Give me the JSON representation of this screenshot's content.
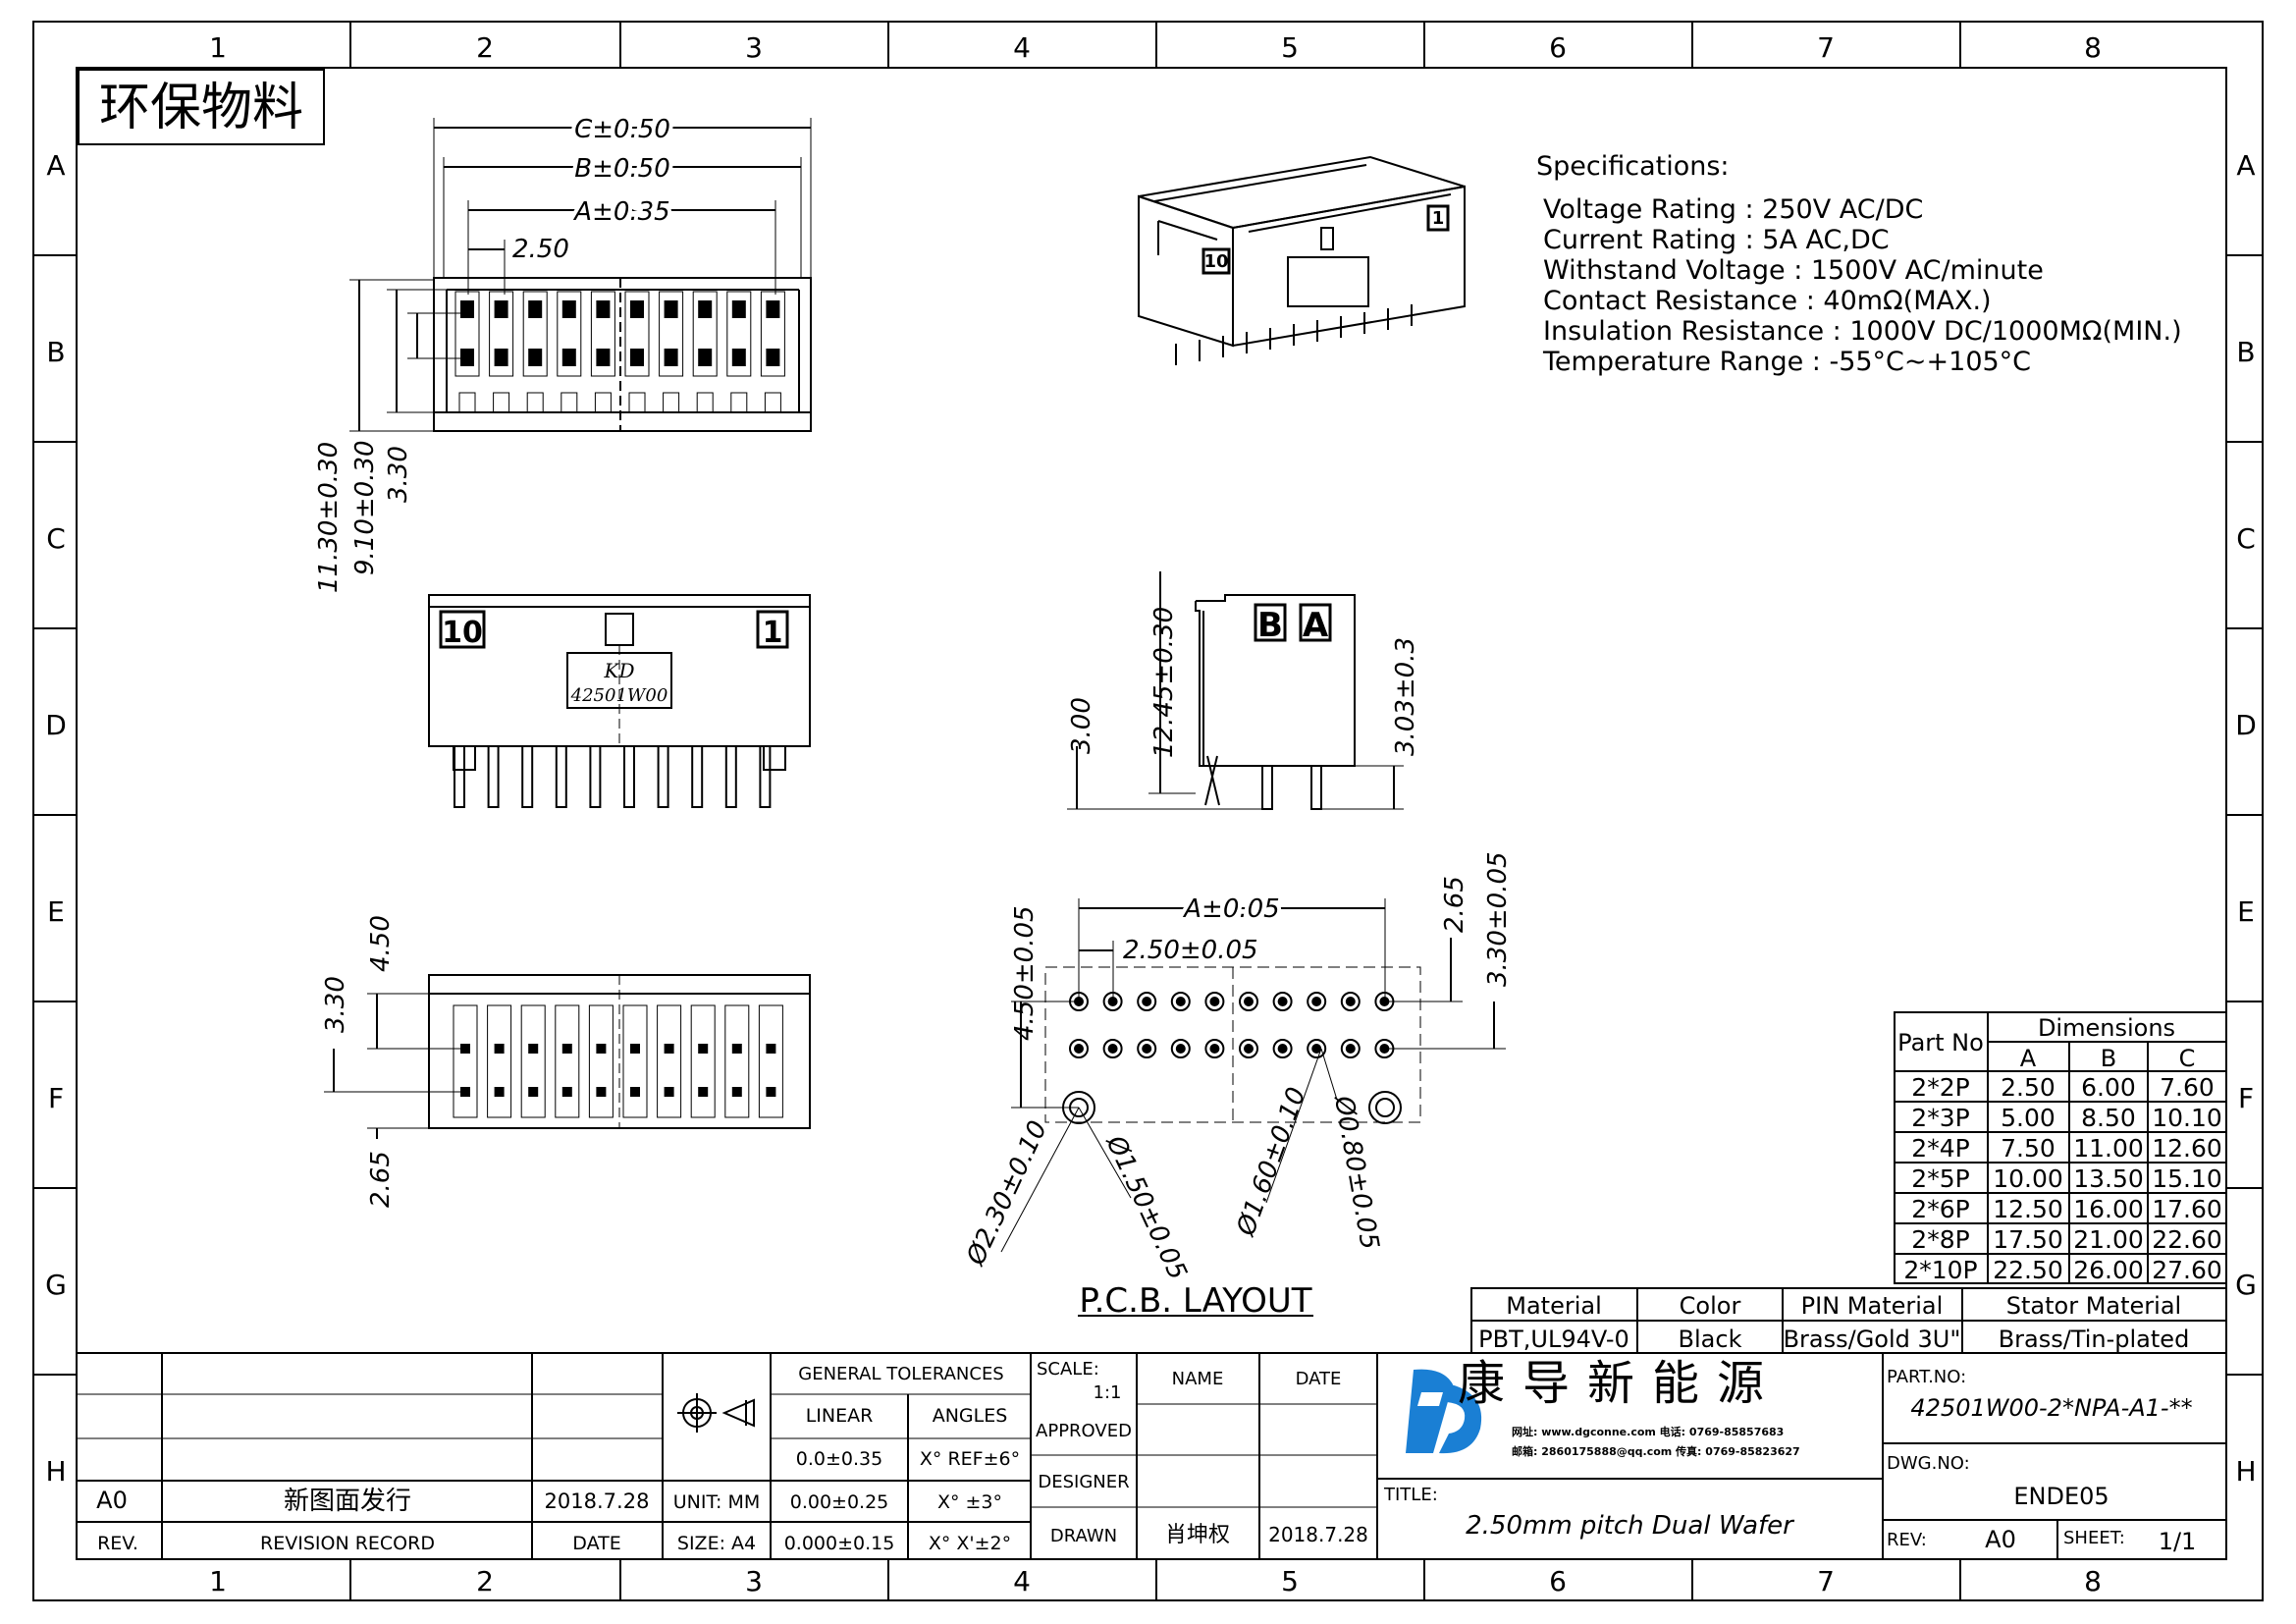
{
  "border": {
    "columns": [
      "1",
      "2",
      "3",
      "4",
      "5",
      "6",
      "7",
      "8"
    ],
    "rows": [
      "A",
      "B",
      "C",
      "D",
      "E",
      "F",
      "G",
      "H"
    ]
  },
  "stamp": "环保物料",
  "top_view": {
    "dims": [
      "C±0.50",
      "B±0.50",
      "A±0.35",
      "2.50",
      "11.30±0.30",
      "9.10±0.30",
      "3.30"
    ]
  },
  "front_view": {
    "label_left": "10",
    "label_right": "1",
    "marking_brand": "KD",
    "marking_part": "42501W00"
  },
  "side_view": {
    "letters": [
      "B",
      "A"
    ],
    "dims": [
      "3.00",
      "12.45±0.30",
      "3.03±0.3"
    ]
  },
  "bottom_view": {
    "dims": [
      "4.50",
      "3.30",
      "2.65"
    ]
  },
  "pcb": {
    "title": "P.C.B. LAYOUT",
    "dims": [
      "A±0.05",
      "2.50±0.05",
      "4.50±0.05",
      "2.65",
      "3.30±0.05",
      "Ø2.30±0.10",
      "Ø1.50±0.05",
      "Ø1.60±0.10",
      "Ø0.80±0.05"
    ]
  },
  "specs": {
    "title": "Specifications:",
    "lines": [
      "Voltage Rating : 250V AC/DC",
      "Current Rating : 5A AC,DC",
      "Withstand Voltage : 1500V AC/minute",
      "Contact Resistance : 40mΩ(MAX.)",
      "Insulation Resistance : 1000V DC/1000MΩ(MIN.)",
      "Temperature Range : -55°C~+105°C"
    ]
  },
  "dim_table": {
    "headers": [
      "Part No",
      "Dimensions",
      "A",
      "B",
      "C"
    ],
    "rows": [
      [
        "2*2P",
        "2.50",
        "6.00",
        "7.60"
      ],
      [
        "2*3P",
        "5.00",
        "8.50",
        "10.10"
      ],
      [
        "2*4P",
        "7.50",
        "11.00",
        "12.60"
      ],
      [
        "2*5P",
        "10.00",
        "13.50",
        "15.10"
      ],
      [
        "2*6P",
        "12.50",
        "16.00",
        "17.60"
      ],
      [
        "2*8P",
        "17.50",
        "21.00",
        "22.60"
      ],
      [
        "2*10P",
        "22.50",
        "26.00",
        "27.60"
      ]
    ]
  },
  "material_table": {
    "headers": [
      "Material",
      "Color",
      "PIN Material",
      "Stator Material"
    ],
    "values": [
      "PBT,UL94V-0",
      "Black",
      "Brass/Gold 3U\"",
      "Brass/Tin-plated"
    ]
  },
  "title_block": {
    "revision": {
      "rev": "A0",
      "record": "新图面发行",
      "date": "2018.7.28"
    },
    "rev_header": "REV.",
    "record_header": "REVISION RECORD",
    "date_header": "DATE",
    "general_tolerances": "GENERAL TOLERANCES",
    "linear": "LINEAR",
    "angles": "ANGLES",
    "linear_values": [
      "0.0±0.35",
      "0.00±0.25",
      "0.000±0.15"
    ],
    "angle_values": [
      "X° REF±6°",
      "X° ±3°",
      "X° X'±2°"
    ],
    "unit": "UNIT: MM",
    "size": "SIZE: A4",
    "scale_label": "SCALE:",
    "scale_value": "1:1",
    "approved": "APPROVED",
    "designer": "DESIGNER",
    "drawn": "DRAWN",
    "name_header": "NAME",
    "date2_header": "DATE",
    "drawn_name": "肖坤权",
    "drawn_date": "2018.7.28",
    "company": "康导新能源",
    "company_contact_1": "网址: www.dgconne.com  电话: 0769-85857683",
    "company_contact_2": "邮箱: 2860175888@qq.com  传真: 0769-85823627",
    "title_label": "TITLE:",
    "title_value": "2.50mm pitch Dual Wafer",
    "part_no_label": "PART.NO:",
    "part_no_value": "42501W00-2*NPA-A1-**",
    "dwg_no_label": "DWG.NO:",
    "dwg_no_value": "ENDE05",
    "rev_label": "REV:",
    "rev_value": "A0",
    "sheet_label": "SHEET:",
    "sheet_value": "1/1"
  }
}
